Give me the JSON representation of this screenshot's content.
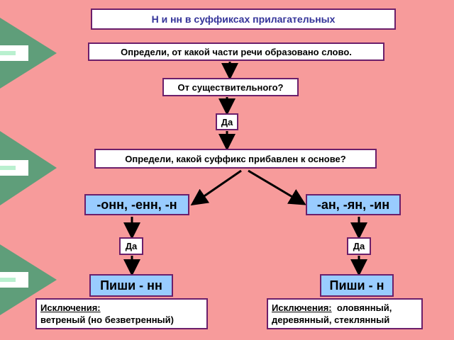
{
  "title": "Н и нн в суффиксах прилагательных",
  "question_part_of_speech": "Определи, от какой части речи образовано слово.",
  "question_noun": "От существительного?",
  "answer_yes_top": "Да",
  "question_suffix": "Определи, какой суффикс прибавлен к основе?",
  "branch_left": {
    "suffixes": "-онн, -енн, -н",
    "answer": "Да",
    "result": "Пиши - нн",
    "exceptions_label": "Исключения:",
    "exceptions_text": "ветреный (но безветренный)"
  },
  "branch_right": {
    "suffixes": "-ан, -ян, -ин",
    "answer": "Да",
    "result": "Пиши - н",
    "exceptions_label": "Исключения:",
    "exceptions_line1": "оловянный,",
    "exceptions_line2": "деревянный, стеклянный"
  },
  "colors": {
    "background": "#f79b9b",
    "box_border": "#6b1f6b",
    "title_text": "#333399",
    "highlight_box": "#99ccff",
    "decor_green": "#5f9e7a"
  },
  "decor": {
    "icon": "green-arrow-pointer-icon"
  }
}
